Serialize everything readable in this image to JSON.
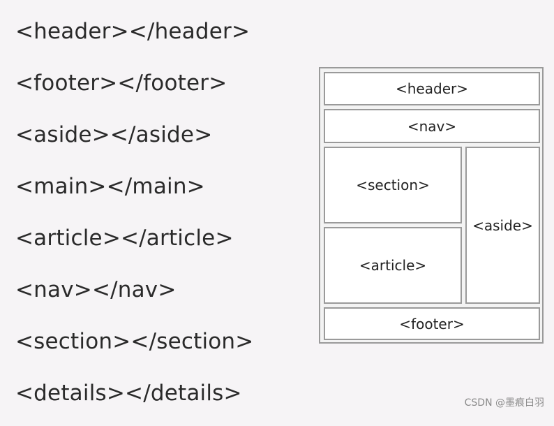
{
  "tag_list": [
    "<header></header>",
    "<footer></footer>",
    "<aside></aside>",
    "<main></main>",
    "<article></article>",
    "<nav></nav>",
    "<section></section>",
    "<details></details>"
  ],
  "layout_diagram": {
    "header": "<header>",
    "nav": "<nav>",
    "section": "<section>",
    "article": "<article>",
    "aside": "<aside>",
    "footer": "<footer>"
  },
  "watermark": "CSDN @墨痕白羽"
}
